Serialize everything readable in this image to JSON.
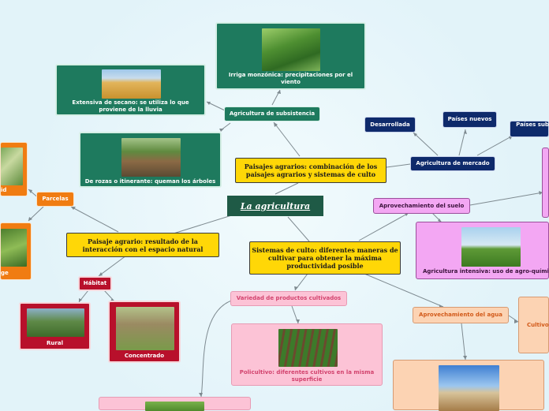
{
  "center": "La agricultura",
  "nodes": {
    "paisajes_agrarios": "Paisajes agrarios: combinación de los paisajes agrarios y sistemas de culto",
    "paisaje_agrario": "Paisaje agrario: resultado de la interacción con el espacio natural",
    "sistemas_cultivo": "Sistemas de culto: diferentes maneras de cultivar para obtener la máxima productividad posible",
    "agricultura_subsistencia": "Agricultura de subsistencia",
    "irriga": "Irriga monzónica: precipitaciones por el viento",
    "extensiva": "Extensiva de secano: se utiliza lo que proviene de la lluvia",
    "rozas": "De rozas o itinerante: queman los árboles",
    "agricultura_mercado": "Agricultura de mercado",
    "desarrollada": "Desarrollada",
    "paises_nuevos": "Países nuevos",
    "paises_sub": "Países sub",
    "aprovechamiento_suelo": "Aprovechamiento del suelo",
    "agricultura_intensiva": "Agricultura intensiva: uso de agro-químic",
    "aprovechamiento_agua": "Aprovechamiento del agua",
    "cultivo": "Cultivo",
    "variedad": "Variedad de productos cultivados",
    "policultivo": "Policultivo: diferentes cultivos en la misma superficie",
    "parcelas": "Parcelas",
    "parcelas_left1": "id",
    "parcelas_left2": "ge",
    "habitat": "Hábitat",
    "rural": "Rural",
    "concentrado": "Concentrado"
  },
  "colors": {
    "background": "#e4f4fa",
    "teal": "#1e7a5e",
    "yellow": "#ffd707",
    "navy": "#0e2a6b",
    "orange": "#f07c12",
    "red": "#b8102b",
    "pink": "#fcc3d6",
    "violet": "#f3a7f3",
    "peach": "#fcd3b3",
    "link": "#7e8a90"
  }
}
